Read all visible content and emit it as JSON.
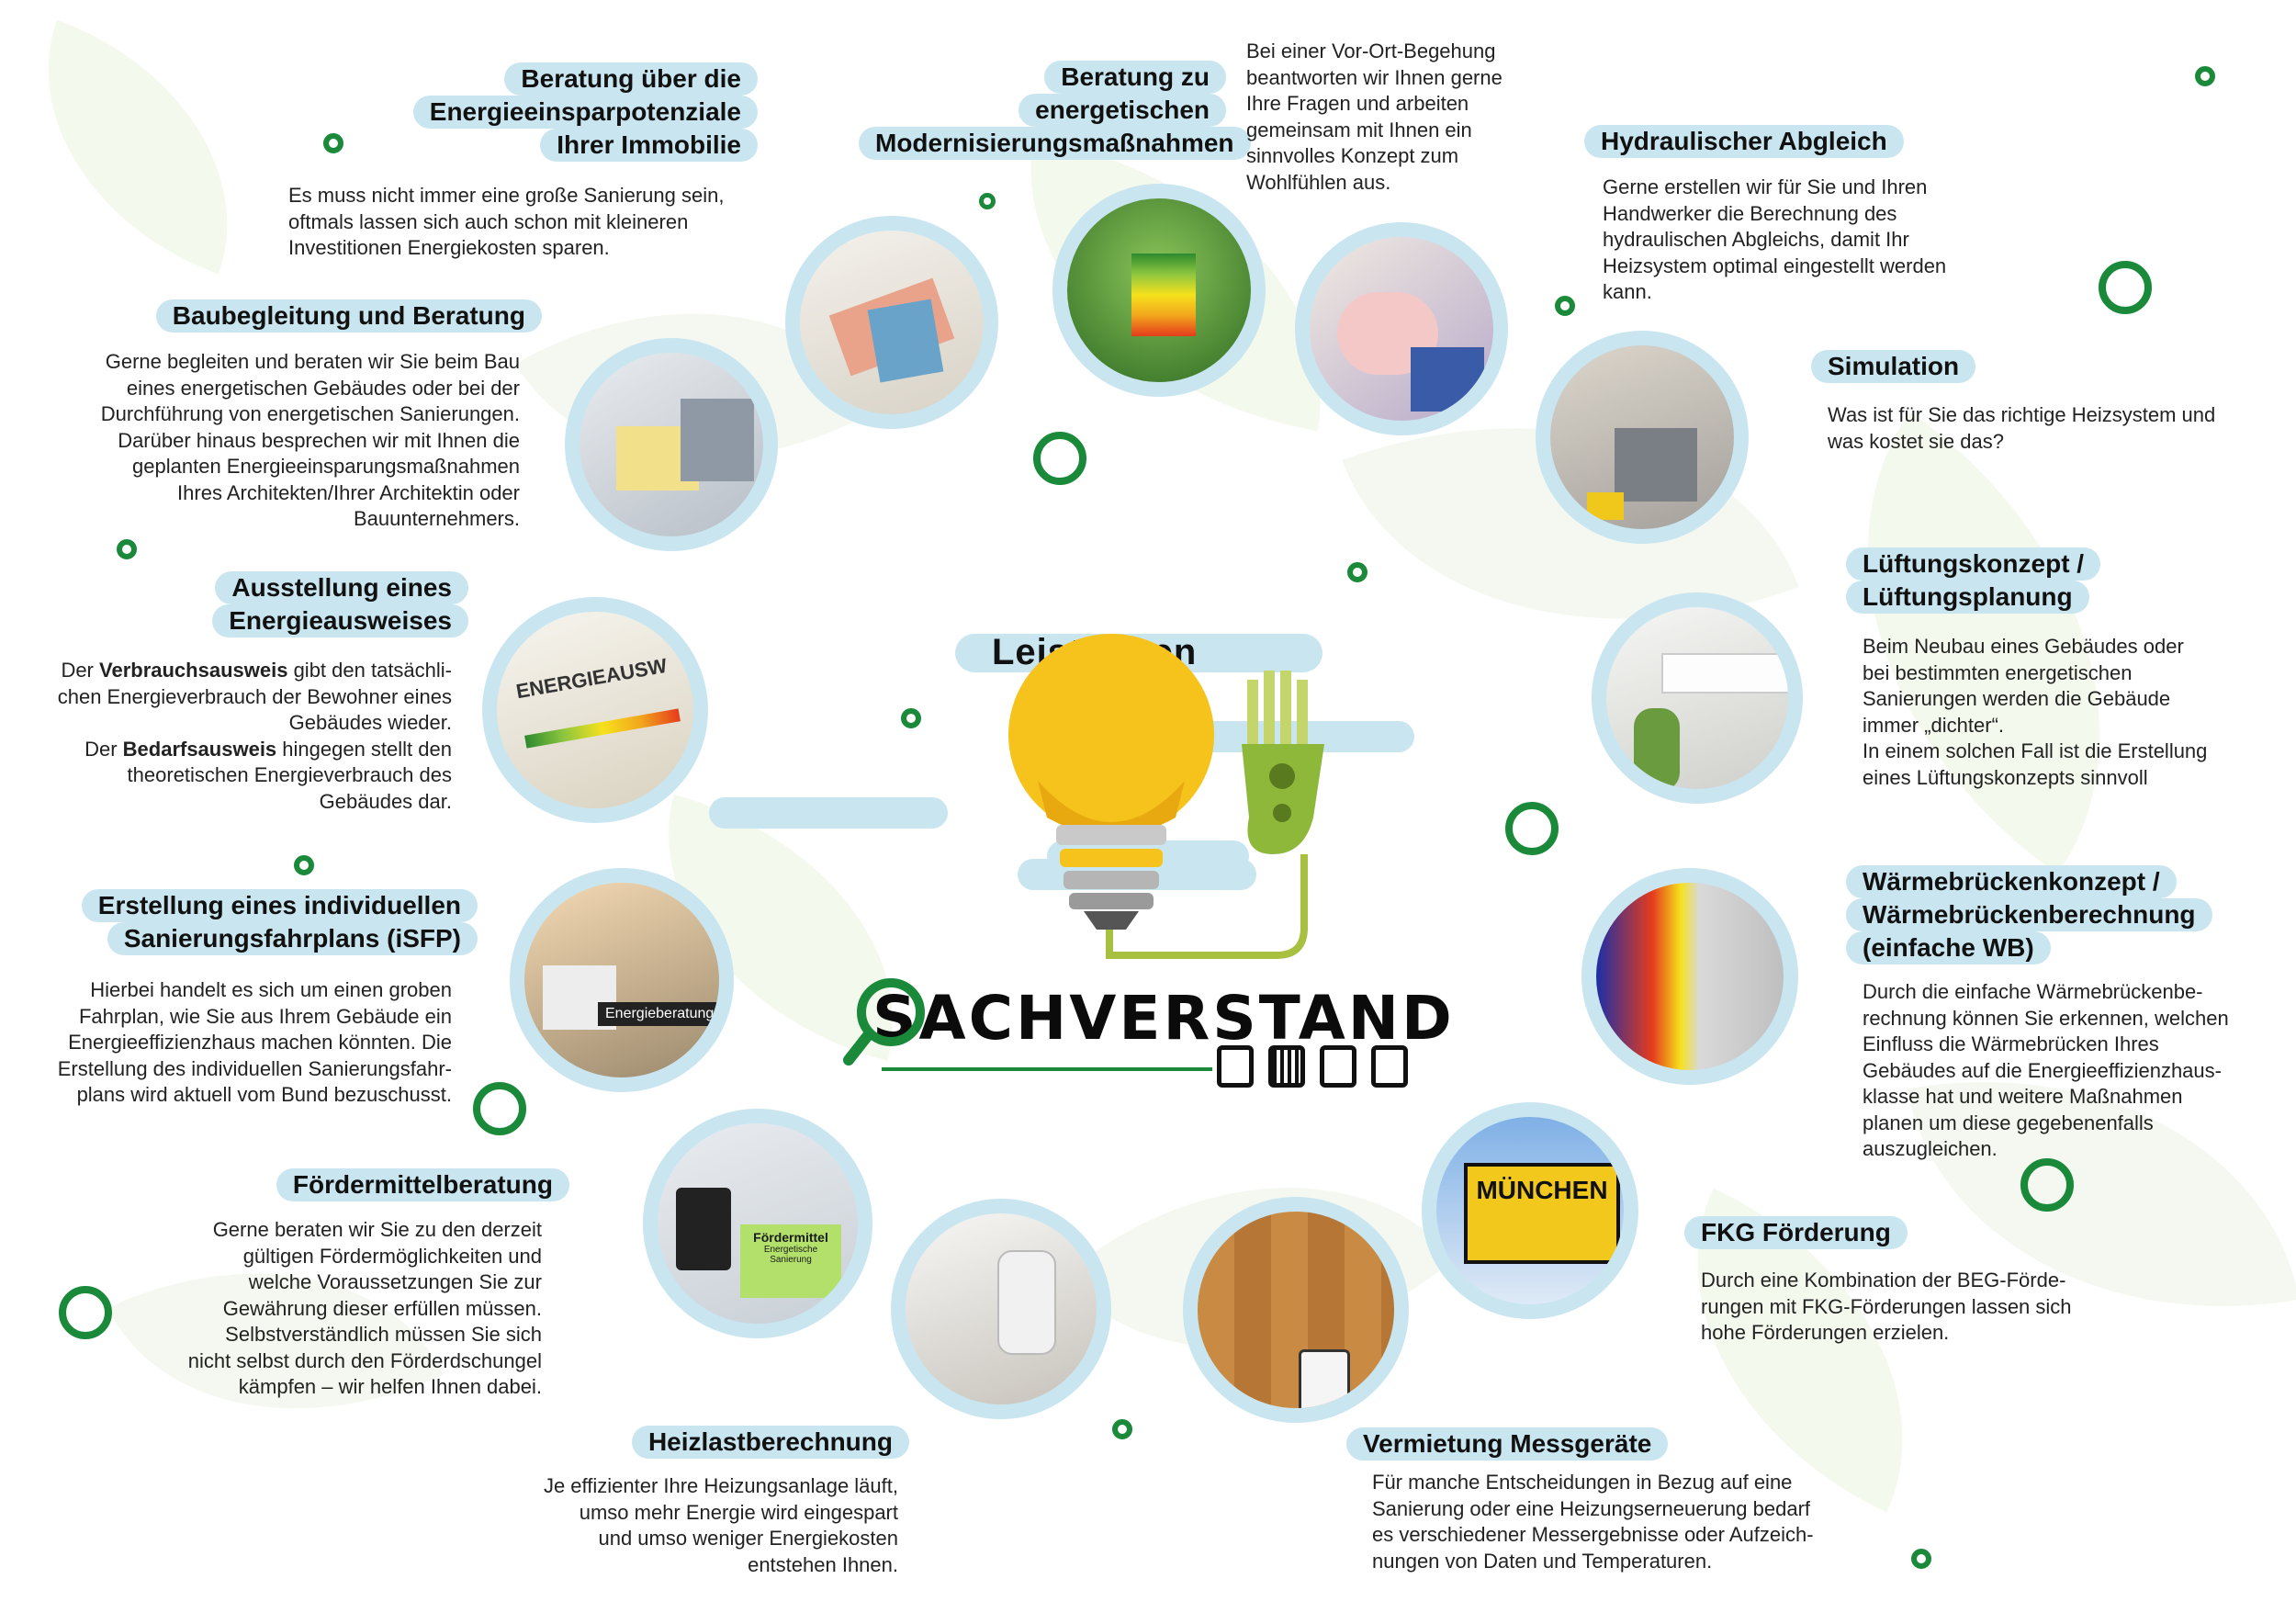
{
  "center": {
    "title": "Leistungen",
    "logo": "SACHVERSTAND"
  },
  "services": [
    {
      "id": "beratung-einsparpotenziale",
      "title": [
        "Beratung über die",
        "Energieeinsparpotenziale",
        "Ihrer Immobilie"
      ],
      "text": [
        "Es muss nicht immer eine große Sanierung sein,",
        "oftmals lassen sich auch schon mit kleineren",
        "Investitionen Energiekosten sparen."
      ]
    },
    {
      "id": "beratung-modernisierung",
      "title": [
        "Beratung zu",
        "energetischen",
        "Modernisierungsmaßnahmen"
      ],
      "text": [
        "Bei einer Vor-Ort-Begehung",
        "beantworten wir Ihnen gerne",
        "Ihre Fragen und arbeiten",
        "gemeinsam mit Ihnen ein",
        "sinnvolles Konzept zum",
        "Wohlfühlen aus."
      ]
    },
    {
      "id": "hydraulischer-abgleich",
      "title": [
        "Hydraulischer Abgleich"
      ],
      "text": [
        "Gerne erstellen wir für Sie und Ihren",
        "Handwerker die Berechnung des",
        "hydraulischen Abgleichs, damit Ihr",
        "Heizsystem optimal eingestellt werden",
        "kann."
      ]
    },
    {
      "id": "baubegleitung",
      "title": [
        "Baubegleitung und Beratung"
      ],
      "text": [
        "Gerne begleiten und beraten wir Sie beim Bau",
        "eines energetischen Gebäudes oder bei der",
        "Durchführung von energetischen Sanierungen.",
        "Darüber hinaus besprechen wir mit Ihnen die",
        "geplanten Energieeinsparungsmaßnahmen",
        "Ihres Architekten/Ihrer Architektin oder",
        "Bauunternehmers."
      ]
    },
    {
      "id": "simulation",
      "title": [
        "Simulation"
      ],
      "text": [
        "Was ist für Sie das richtige Heizsystem und",
        "was kostet sie das?"
      ]
    },
    {
      "id": "energieausweis",
      "title": [
        "Ausstellung eines",
        "Energieausweises"
      ],
      "text_rich": [
        {
          "bold": "Verbrauchsausweis",
          "pre": "Der ",
          "post": " gibt den tatsächli-"
        },
        {
          "plain": "chen Energieverbrauch der Bewohner eines"
        },
        {
          "plain": "Gebäudes wieder."
        },
        {
          "bold": "Bedarfsausweis",
          "pre": "Der ",
          "post": " hingegen stellt den"
        },
        {
          "plain": "theoretischen Energieverbrauch des"
        },
        {
          "plain": "Gebäudes dar."
        }
      ]
    },
    {
      "id": "lueftungskonzept",
      "title": [
        "Lüftungskonzept /",
        "Lüftungsplanung"
      ],
      "text": [
        "Beim Neubau eines Gebäudes oder",
        "bei bestimmten energetischen",
        "Sanierungen werden die Gebäude",
        "immer „dichter“.",
        "In einem solchen Fall ist die Erstellung",
        "eines Lüftungskonzepts sinnvoll"
      ]
    },
    {
      "id": "isfp",
      "title": [
        "Erstellung eines individuellen",
        "Sanierungsfahrplans (iSFP)"
      ],
      "text": [
        "Hierbei handelt es sich um einen groben",
        "Fahrplan, wie Sie aus Ihrem Gebäude ein",
        "Energieeffizienzhaus machen könnten. Die",
        "Erstellung des individuellen Sanierungsfahr-",
        "plans wird aktuell vom Bund bezuschusst."
      ]
    },
    {
      "id": "waermebruecken",
      "title": [
        "Wärmebrückenkonzept /",
        "Wärmebrückenberechnung",
        "(einfache WB)"
      ],
      "text": [
        "Durch die einfache Wärmebrückenbe-",
        "rechnung können Sie erkennen, welchen",
        "Einfluss die Wärmebrücken Ihres",
        "Gebäudes auf die Energieeffizienzhaus-",
        "klasse hat und weitere Maßnahmen",
        "planen um diese gegebenenfalls",
        "auszugleichen."
      ]
    },
    {
      "id": "foerdermittel",
      "title": [
        "Fördermittelberatung"
      ],
      "text": [
        "Gerne beraten wir Sie zu den derzeit",
        "gültigen Fördermöglichkeiten und",
        "welche Voraussetzungen Sie zur",
        "Gewährung dieser erfüllen müssen.",
        "Selbstverständlich müssen Sie sich",
        "nicht selbst durch den Förderdschungel",
        "kämpfen – wir helfen Ihnen dabei."
      ]
    },
    {
      "id": "fkg",
      "title": [
        "FKG Förderung"
      ],
      "text": [
        "Durch eine Kombination der BEG-Förde-",
        "rungen mit FKG-Förderungen lassen sich",
        "hohe Förderungen erzielen."
      ]
    },
    {
      "id": "heizlast",
      "title": [
        "Heizlastberechnung"
      ],
      "text": [
        "Je effizienter Ihre Heizungsanlage läuft,",
        "umso mehr Energie wird eingespart",
        "und umso weniger Energiekosten",
        "entstehen Ihnen."
      ]
    },
    {
      "id": "messgeraete",
      "title": [
        "Vermietung Messgeräte"
      ],
      "text": [
        "Für manche Entscheidungen in Bezug auf eine",
        "Sanierung oder eine Heizungserneuerung bedarf",
        "es verschiedener Messergebnisse oder Aufzeich-",
        "nungen von Daten und Temperaturen."
      ]
    }
  ],
  "photo_labels": {
    "energieausweis": "ENERGIEAUSW",
    "isfp": "Energieberatung",
    "foerder": "Fördermittel",
    "foerder_sub1": "Energetische",
    "foerder_sub2": "Sanierung",
    "muenchen": "MÜNCHEN"
  },
  "colors": {
    "accent_blue": "#c9e6f0",
    "ring_green": "#1a8a3a",
    "bulb_yellow": "#f6c21c",
    "plug_green": "#8db83a"
  }
}
